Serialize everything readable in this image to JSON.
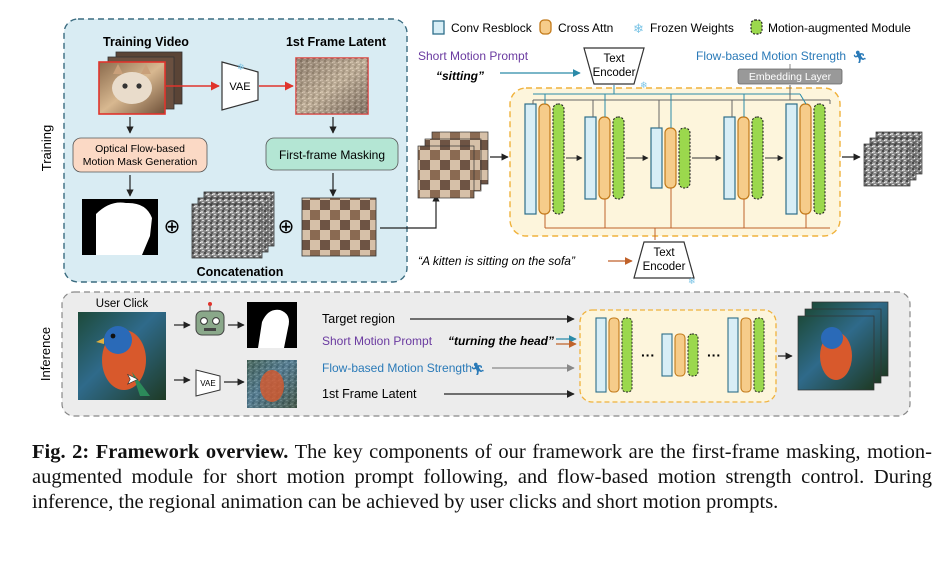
{
  "legend": {
    "conv_resblock": "Conv Resblock",
    "cross_attn": "Cross Attn",
    "frozen_weights": "Frozen Weights",
    "motion_module": "Motion-augmented Module"
  },
  "training": {
    "side_label": "Training",
    "training_video": "Training Video",
    "first_frame_latent": "1st Frame Latent",
    "vae": "VAE",
    "mask_gen": [
      "Optical Flow-based",
      "Motion Mask Generation"
    ],
    "first_frame_masking": "First-frame Masking",
    "concatenation": "Concatenation",
    "short_motion_prompt": "Short Motion Prompt",
    "prompt_example": "“sitting”",
    "text_encoder": [
      "Text",
      "Encoder"
    ],
    "motion_strength": "Flow-based Motion Strength",
    "embedding_layer": "Embedding Layer",
    "caption_prompt": "“A kitten is sitting on the sofa”"
  },
  "inference": {
    "side_label": "Inference",
    "user_click": "User Click",
    "vae": "VAE",
    "target_region": "Target region",
    "short_motion_prompt": "Short Motion Prompt",
    "prompt_example": "“turning the head”",
    "motion_strength": "Flow-based Motion Strength",
    "first_frame_latent": "1st Frame Latent",
    "dots": "···"
  },
  "caption": {
    "label": "Fig. 2: Framework overview.",
    "text": " The key components of our framework are the first-frame masking, motion-augmented module for short motion prompt following, and flow-based motion strength control. During inference, the regional animation can be achieved by user clicks and short motion prompts."
  },
  "colors": {
    "training_bg": "#d9ecf3",
    "training_border": "#3b6c80",
    "inference_bg": "#ececec",
    "unet_bg": "#fdf5dc",
    "unet_border": "#f0b23c",
    "conv": "#d8eef6",
    "cross": "#f6cc8a",
    "motion": "#9bd84d",
    "mask_gen_box": "#fbd9c5",
    "masking_box": "#b4e6d4",
    "purple": "#6a3aa0",
    "blue_text": "#2a7ab8",
    "red": "#e0342c",
    "orange_arrow": "#c0622a",
    "teal_arrow": "#2a8aa8"
  }
}
